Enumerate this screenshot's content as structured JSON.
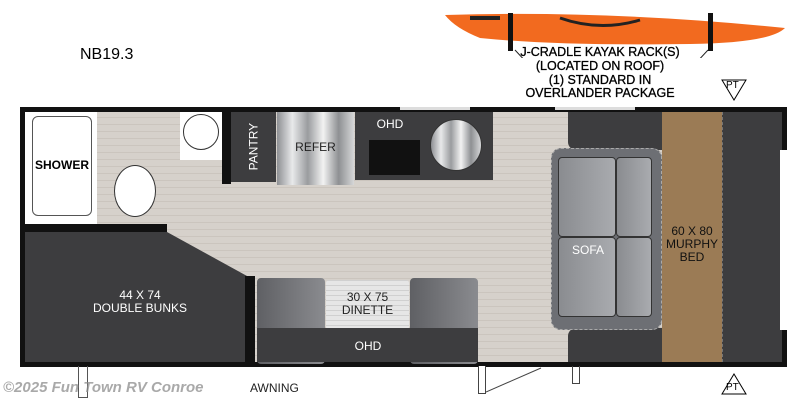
{
  "model": "NB19.3",
  "kayak_note": [
    "J-CRADLE KAYAK RACK(S)",
    "(LOCATED ON ROOF)",
    "(1) STANDARD IN",
    "OVERLANDER PACKAGE"
  ],
  "rooms": {
    "shower": "SHOWER",
    "pantry": "PANTRY",
    "refer": "REFER",
    "ohd_kitchen": "OHD",
    "bunks_size": "44 X 74",
    "bunks": "DOUBLE BUNKS",
    "dinette_size": "30 X 75",
    "dinette": "DINETTE",
    "ohd_dinette": "OHD",
    "sofa": "SOFA",
    "murphy_size": "60 X 80",
    "murphy_1": "MURPHY",
    "murphy_2": "BED"
  },
  "pt_top": "PT",
  "pt_bottom": "PT",
  "awning": "AWNING",
  "watermark": "©2025 Fun Town RV Conroe",
  "colors": {
    "kayak": "#f26a1f",
    "murphy": "#9b7b55",
    "dark": "#3d3d3f"
  }
}
